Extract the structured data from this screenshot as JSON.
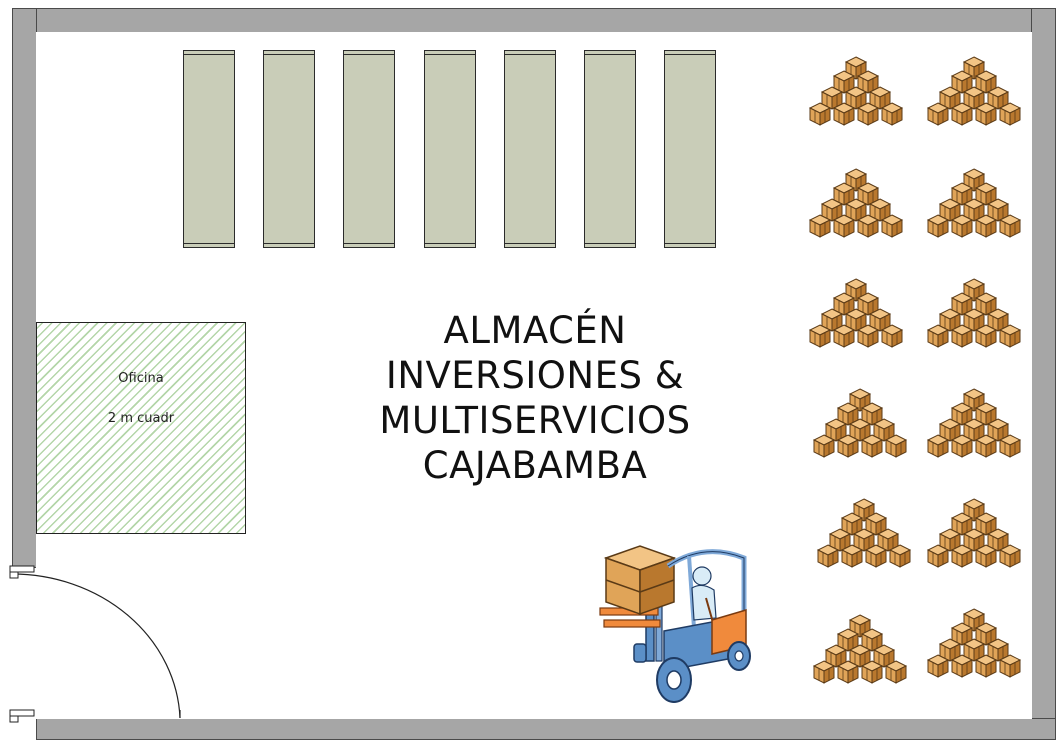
{
  "title": {
    "lines": [
      "ALMACÉN",
      "INVERSIONES &",
      "MULTISERVICIOS",
      "CAJABAMBA"
    ]
  },
  "office": {
    "name": "Oficina",
    "area": "2 m cuadr"
  },
  "colors": {
    "wall": "#a6a6a6",
    "rack": "#c9cdb8",
    "office_hatch": "#b4d6a9",
    "box": "#e0a458",
    "forklift_blue": "#5b8fc7",
    "forklift_orange": "#f08a3c"
  },
  "icons": {
    "rack": "shelf-rack",
    "boxes": "stacked-boxes-icon",
    "forklift": "forklift-icon",
    "door": "door-swing"
  }
}
